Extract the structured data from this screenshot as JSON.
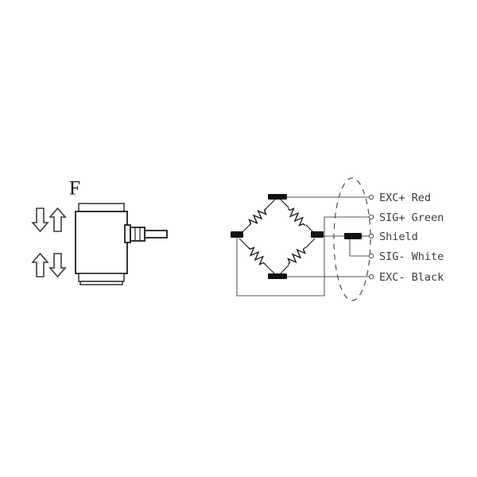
{
  "figure": {
    "type": "load-cell-wiring-diagram",
    "background_color": "#ffffff"
  },
  "load_cell": {
    "force_label": "F",
    "arrows": [
      {
        "name": "upper-left-arrow",
        "direction": "down"
      },
      {
        "name": "upper-right-arrow",
        "direction": "up"
      },
      {
        "name": "lower-left-arrow",
        "direction": "up"
      },
      {
        "name": "lower-right-arrow",
        "direction": "down"
      }
    ],
    "body_color": "#ffffff",
    "outline_color": "#111111"
  },
  "bridge": {
    "resistor_count": 4,
    "node_color": "#111111",
    "nodes": [
      {
        "name": "top-node",
        "terminal": "EXC+"
      },
      {
        "name": "left-node",
        "terminal": "SIG+"
      },
      {
        "name": "right-node",
        "terminal": "SIG-"
      },
      {
        "name": "bottom-node",
        "terminal": "EXC-"
      }
    ]
  },
  "cable": {
    "shield_symbol": "shield-bar",
    "jacket_style": "dashed-ellipse",
    "jacket_color": "#4a4a4a"
  },
  "terminals": [
    {
      "id": "exc-plus",
      "label": "EXC+ Red",
      "signal": "EXC+",
      "wire_color": "Red"
    },
    {
      "id": "sig-plus",
      "label": "SIG+ Green",
      "signal": "SIG+",
      "wire_color": "Green"
    },
    {
      "id": "shield",
      "label": "Shield",
      "signal": "Shield",
      "wire_color": ""
    },
    {
      "id": "sig-minus",
      "label": "SIG- White",
      "signal": "SIG-",
      "wire_color": "White"
    },
    {
      "id": "exc-minus",
      "label": "EXC- Black",
      "signal": "EXC-",
      "wire_color": "Black"
    }
  ]
}
